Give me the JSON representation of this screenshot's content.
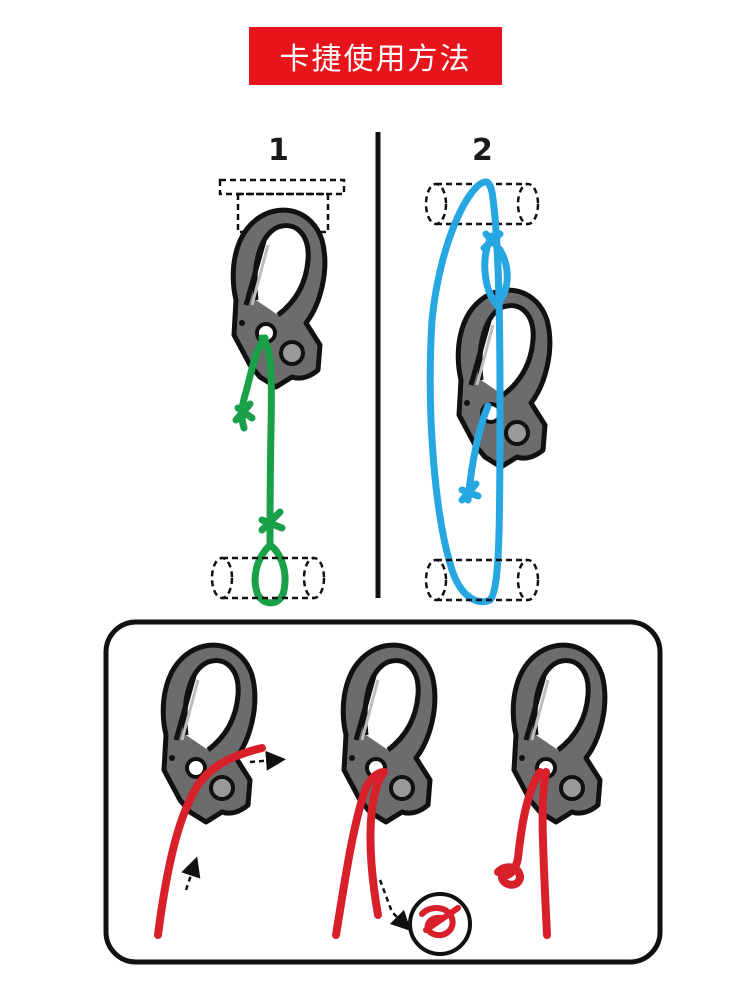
{
  "title": "卡捷使用方法",
  "steps": {
    "one": "1",
    "two": "2"
  },
  "colors": {
    "banner": "#e8141c",
    "hook_body": "#6c6c6e",
    "outline": "#111111",
    "step1_cord": "#1aa049",
    "step2_cord": "#27a7e1",
    "detail_cord": "#d8202a"
  },
  "icons": [
    "snap-hook-icon",
    "anchor-pipe-icon",
    "arrow-icon",
    "knot-icon"
  ]
}
